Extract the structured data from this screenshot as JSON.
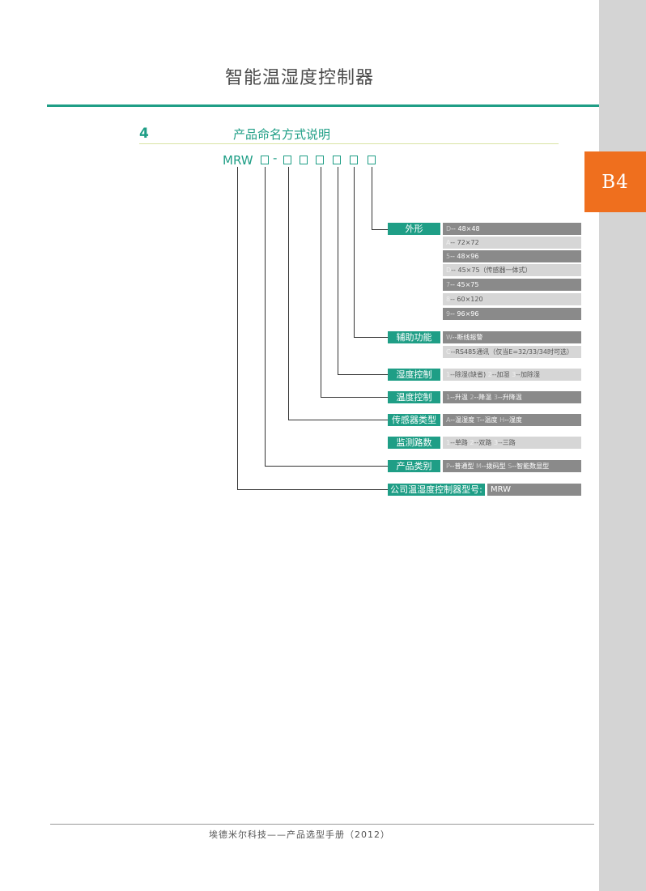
{
  "header": {
    "title": "智能温湿度控制器",
    "tab": "B4"
  },
  "section": {
    "number": "4",
    "title": "产品命名方式说明"
  },
  "model": {
    "prefix": "MRW",
    "separator": "-"
  },
  "groups": {
    "shape": {
      "label": "外形",
      "items": [
        {
          "code": "D",
          "text": "-- 48×48"
        },
        {
          "code": "A",
          "text": "-- 72×72"
        },
        {
          "code": "5",
          "text": "-- 48×96"
        },
        {
          "code": "D",
          "text": "-- 45×75（传感器一体式）"
        },
        {
          "code": "7",
          "text": "-- 45×75"
        },
        {
          "code": "8",
          "text": "-- 60×120"
        },
        {
          "code": "9",
          "text": "-- 96×96"
        }
      ]
    },
    "aux": {
      "label": "辅助功能",
      "items": [
        {
          "code": "W",
          "text": "--断线报警"
        },
        {
          "code": "C",
          "text": "--RS485通讯（仅当E=32/33/34时可选）"
        }
      ]
    },
    "humid": {
      "label": "湿度控制",
      "code1": "1",
      "t1": "--除湿(缺省)",
      "code2": "2",
      "t2": "--加湿",
      "code3": "3",
      "t3": "--加除湿"
    },
    "temp": {
      "label": "温度控制",
      "code1": "1",
      "t1": "--升温",
      "code2": "2",
      "t2": "--降温",
      "code3": "3",
      "t3": "--升降温"
    },
    "sensor": {
      "label": "传感器类型",
      "code1": "A",
      "t1": "--温湿度",
      "code2": "T",
      "t2": "--温度",
      "code3": "H",
      "t3": "--湿度"
    },
    "channels": {
      "label": "监测路数",
      "code1": "1",
      "t1": "--单路",
      "code2": "2",
      "t2": "--双路",
      "code3": "3",
      "t3": "--三路"
    },
    "category": {
      "label": "产品类别",
      "code1": "P",
      "t1": "--普通型",
      "code2": "M",
      "t2": "--拨码型",
      "code3": "S",
      "t3": "--智能数显型"
    },
    "company": {
      "label": "公司温湿度控制器型号:",
      "value": "MRW"
    }
  },
  "footer": {
    "text": "埃德米尔科技——产品选型手册（2012）"
  },
  "colors": {
    "green": "#1f9e86",
    "orange": "#ef6f1e",
    "dark_bar": "#8a8a8a",
    "light_bar": "#d6d6d6",
    "sidebar": "#d4d4d4"
  }
}
